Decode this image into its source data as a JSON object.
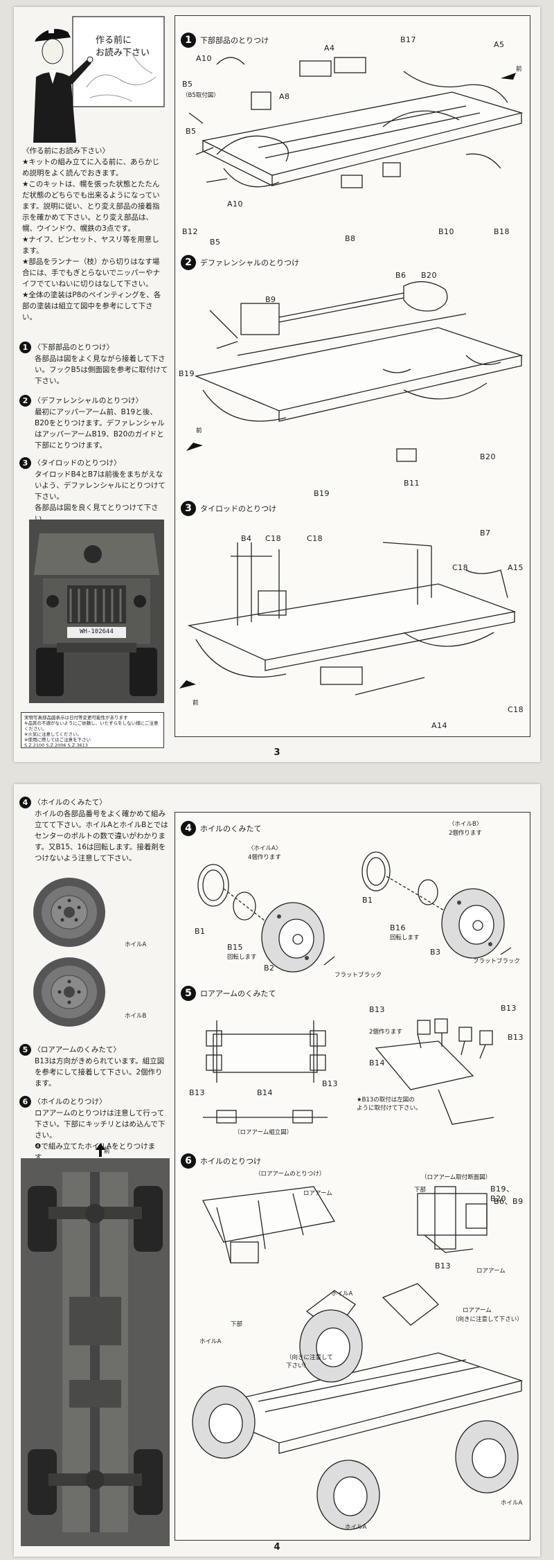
{
  "page3": {
    "page_number": "3",
    "intro_sign": "作る前に\nお読み下さい",
    "intro_heading": "〈作る前にお読み下さい〉",
    "intro_body": "★キットの組み立てに入る前に、あらかじめ説明をよく読んでおきます。\n★このキットは、幌を張った状態とたたんだ状態のどちらでも出来るようになっています。説明に従い、とり変え部品の接着指示を確かめて下さい。とり変え部品は、幌、ウインドウ、幌鉄の3点です。\n★ナイフ、ピンセット、ヤスリ等を用意します。\n★部品をランナー（枝）から切りはなす場合には、手でもぎとらないでニッパーやナイフでていねいに切りはなして下さい。\n★全体の塗装はP8のペインティングを、各部の塗装は組立て図中を参考にして下さい。",
    "steps": [
      {
        "num": "1",
        "head": "〈下部部品のとりつけ〉",
        "body": "各部品は図をよく見ながら接着して下さい。フックB5は側面図を参考に取付けて下さい。"
      },
      {
        "num": "2",
        "head": "〈デファレンシャルのとりつけ〉",
        "body": "最初にアッパーアーム前、B19と後、B20をとりつけます。デファレンシャルはアッパーアームB19、B20のガイドと下部にとりつけます。"
      },
      {
        "num": "3",
        "head": "〈タイロッドのとりつけ〉",
        "body": "タイロッドB4とB7は前後をまちがえないよう、デファレンシャルにとりつけて下さい。\n各部品は図を良く見てとりつけて下さい。"
      }
    ],
    "truck_plate": "WH-102644",
    "caution": "実物写真部品図表示は日付等変更可能性があります\n※品質の不適がないようにご依頼し、いたずらをしない様にご注意ください。\n※火気に注意してください。\n※使用に際してはご注意を下さい\nS.Z.2100  S.Z.2006  S.Z.3613",
    "sections": [
      {
        "num": "1",
        "title": "下部部品のとりつけ",
        "labels": [
          "A10",
          "B5",
          "（B5取付図）",
          "A4",
          "A8",
          "B17",
          "A5",
          "前",
          "B5",
          "B12",
          "A10",
          "B5",
          "B8",
          "B10",
          "B18"
        ]
      },
      {
        "num": "2",
        "title": "デファレンシャルのとりつけ",
        "labels": [
          "B9",
          "B6",
          "B20",
          "B19",
          "前",
          "B19",
          "B11",
          "B20"
        ]
      },
      {
        "num": "3",
        "title": "タイロッドのとりつけ",
        "labels": [
          "B4",
          "C18",
          "C18",
          "B7",
          "C18",
          "A15",
          "前",
          "C18",
          "A14"
        ]
      }
    ]
  },
  "page4": {
    "page_number": "4",
    "steps": [
      {
        "num": "4",
        "head": "〈ホイルのくみたて〉",
        "body": "ホイルの各部品番号をよく確かめて組み立てて下さい。ホイルAとホイルBとではセンターのボルトの数で違いがわかります。又B15、16は回転します。接着剤をつけないよう注意して下さい。"
      },
      {
        "num": "5",
        "head": "〈ロアアームのくみたて〉",
        "body": "B13は方向がきめられています。組立図を参考にして接着して下さい。2個作ります。"
      },
      {
        "num": "6",
        "head": "〈ホイルのとりつけ〉",
        "body": "ロアアームのとりつけは注意して行って下さい。下部にキッチリとはめ込んで下さい。\n❹で組み立てたホイルAをとりつけます。"
      }
    ],
    "wheel_a_label": "ホイルA",
    "wheel_b_label": "ホイルB",
    "front_label": "前",
    "sections": [
      {
        "num": "4",
        "title": "ホイルのくみたて",
        "labels": [
          "〈ホイルA〉",
          "4個作ります",
          "〈ホイルB〉",
          "2個作ります",
          "B1",
          "B1",
          "B15",
          "回転します",
          "B16",
          "回転します",
          "B2",
          "B3",
          "フラットブラック",
          "フラットブラック"
        ]
      },
      {
        "num": "5",
        "title": "ロアアームのくみたて",
        "labels": [
          "B13",
          "2個作ります",
          "B13",
          "B13",
          "B14",
          "B13",
          "B14",
          "B13",
          "（ロアアーム組立図）",
          "★B13の取付は左図の\nように取付けて下さい。"
        ]
      },
      {
        "num": "6",
        "title": "ホイルのとりつけ",
        "labels": [
          "（ロアアームのとりつけ）",
          "ロアアーム",
          "（ロアアーム取付断面図）",
          "下部",
          "B19、B20",
          "B6、B9",
          "B13",
          "ロアアーム",
          "ホイルA",
          "下部",
          "ロアアーム",
          "（向きに注意して下さい）",
          "ホイルA",
          "（向きに注意して\n下さい）",
          "ホイルA",
          "ホイルA"
        ]
      }
    ]
  }
}
